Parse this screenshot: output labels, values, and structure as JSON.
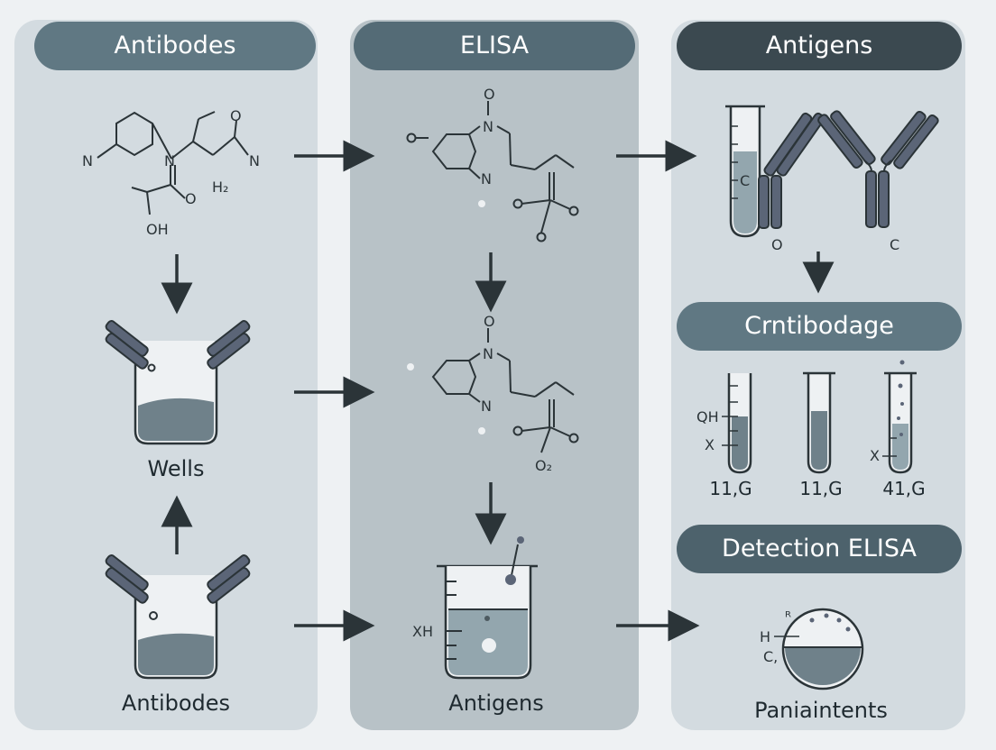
{
  "panels": {
    "left": {
      "header": "Antibodes",
      "label_wells": "Wells",
      "label_bottom": "Antibodes"
    },
    "middle": {
      "header": "ELISA",
      "label_bottom": "Antigens"
    },
    "right": {
      "header_top": "Antigens",
      "header_mid": "Crntibodage",
      "header_bottom": "Detection ELISA",
      "label_bottom": "Paniaintents",
      "tube_labels": [
        "11,G",
        "11,G",
        "41,G"
      ],
      "tube_marks": {
        "qh": "QH",
        "x1": "X",
        "x3": "X"
      }
    }
  },
  "chem_labels": {
    "left_n1": "N",
    "left_n2": "N",
    "left_n3": "N",
    "left_o1": "O",
    "left_o2": "O",
    "left_h2": "H₂",
    "left_oh": "OH",
    "mid_o1": "O",
    "mid_n1": "N",
    "mid_n2": "N",
    "mid2_o": "O",
    "mid2_n1": "N",
    "mid2_n2": "N",
    "mid2_o2": "O₂",
    "antigen_c": "C",
    "antigen_o": "O",
    "antigen_c2": "C",
    "beaker_xh": "XH",
    "flask_h": "H",
    "flask_c": "C,",
    "flask_k": "ᴿ"
  },
  "colors": {
    "panel_light": "#d3dbe0",
    "panel_dark": "#b8c2c7",
    "header_dark": "#3b4950",
    "antibody": "#5b6577",
    "liquid": "#6f818a"
  }
}
